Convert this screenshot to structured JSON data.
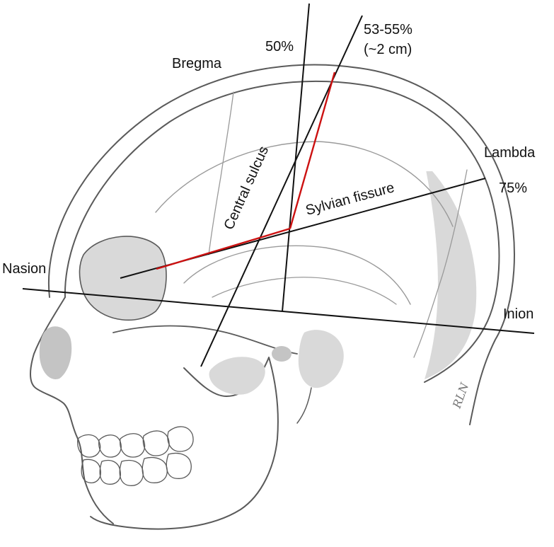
{
  "labels": {
    "bregma": "Bregma",
    "fifty_pct": "50%",
    "fifty_three_pct": "53-55%",
    "two_cm": "(~2 cm)",
    "lambda": "Lambda",
    "seventy_five_pct": "75%",
    "nasion": "Nasion",
    "inion": "Inion",
    "central_sulcus": "Central sulcus",
    "sylvian_fissure": "Sylvian fissure",
    "signature": "RLN"
  },
  "colors": {
    "guide_lines": "#111111",
    "projection_lines": "#cc1111",
    "drawing": "#5a5a5a"
  }
}
